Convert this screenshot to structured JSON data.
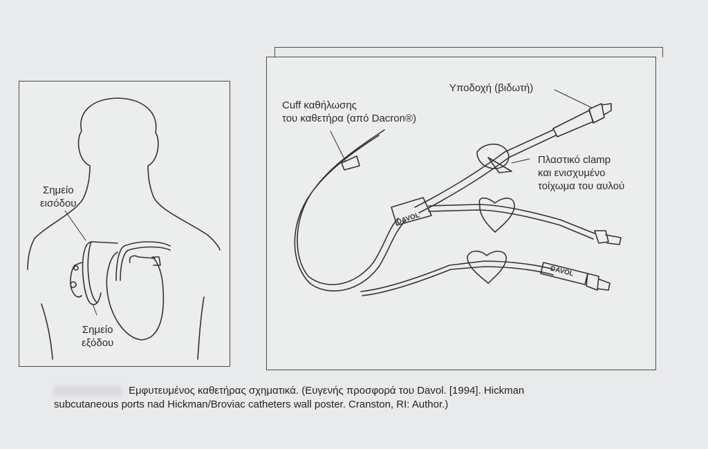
{
  "left_panel": {
    "entry_label_1": "Σημείο",
    "entry_label_2": "εισόδου",
    "exit_label_1": "Σημείο",
    "exit_label_2": "εξόδου"
  },
  "right_panel": {
    "cuff_label_1": "Cuff καθήλωσης",
    "cuff_label_2": "του καθετήρα (από Dacron®)",
    "hub_label": "Υποδοχή (βιδωτή)",
    "clamp_label_1": "Πλαστικό clamp",
    "clamp_label_2": "και ενισχυμένο",
    "clamp_label_3": "τοίχωμα του αυλού",
    "brand_1": "DAVOL",
    "brand_2": "DAVOL"
  },
  "caption": {
    "line_1": "Εμφυτευμένος καθετήρας σχηματικά. (Ευγενής προσφορά του Davol. [1994]. Hickman",
    "line_2": "subcutaneous ports nad Hickman/Broviac catheters wall poster. Cranston, RI: Author.)"
  }
}
